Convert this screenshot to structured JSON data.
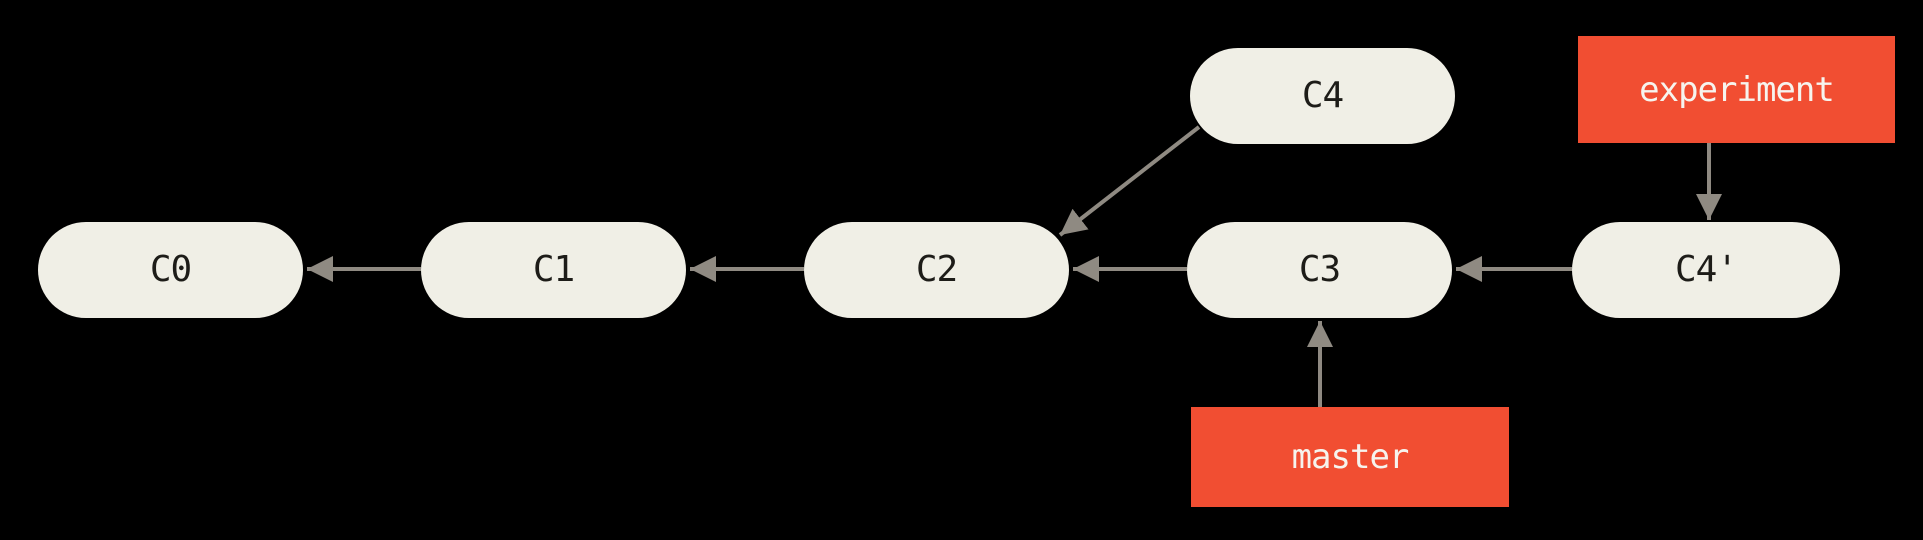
{
  "diagram": {
    "title": "git-rebase-commit-graph",
    "colors": {
      "background": "#000000",
      "node_fill": "#f0efe6",
      "node_text": "#1d1c18",
      "branch_fill": "#f14e32",
      "branch_text": "#f6f4ee",
      "arrow": "#8f8a82"
    },
    "commits": [
      {
        "id": "c0",
        "label": "C0"
      },
      {
        "id": "c1",
        "label": "C1"
      },
      {
        "id": "c2",
        "label": "C2"
      },
      {
        "id": "c3",
        "label": "C3"
      },
      {
        "id": "c4",
        "label": "C4"
      },
      {
        "id": "c4-prime",
        "label": "C4'"
      }
    ],
    "branches": [
      {
        "id": "experiment",
        "label": "experiment",
        "points_to": "C4'"
      },
      {
        "id": "master",
        "label": "master",
        "points_to": "C3"
      }
    ],
    "edges": [
      {
        "from": "C1",
        "to": "C0"
      },
      {
        "from": "C2",
        "to": "C1"
      },
      {
        "from": "C3",
        "to": "C2"
      },
      {
        "from": "C4",
        "to": "C2"
      },
      {
        "from": "C4'",
        "to": "C3"
      },
      {
        "from": "experiment",
        "to": "C4'"
      },
      {
        "from": "master",
        "to": "C3"
      }
    ]
  }
}
